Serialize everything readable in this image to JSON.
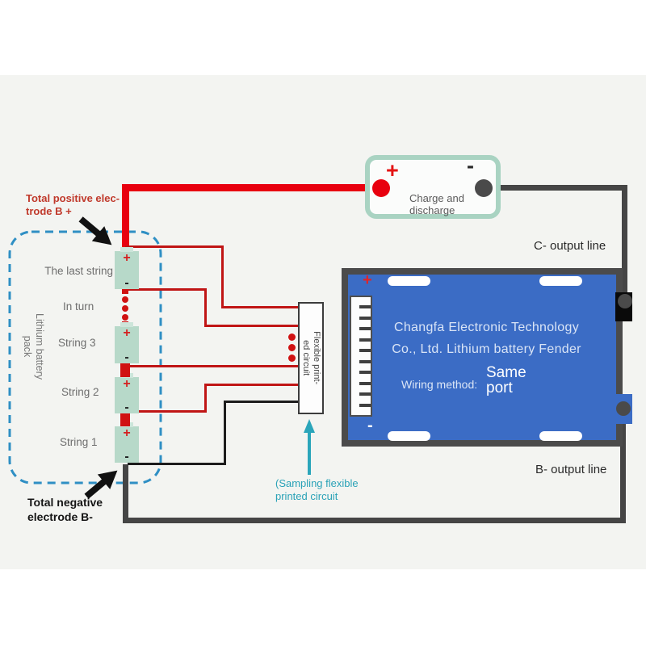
{
  "charge_box": {
    "plus": "+",
    "minus": "-",
    "label_line1": "Charge and",
    "label_line2": "discharge"
  },
  "annotations": {
    "total_positive_line1": "Total positive elec-",
    "total_positive_line2": "trode B +",
    "total_negative_line1": "Total negative",
    "total_negative_line2": "electrode B-",
    "c_output": "C- output line",
    "b_output": "B- output line",
    "sampling_line1": "(Sampling flexible",
    "sampling_line2": "printed circuit"
  },
  "pack": {
    "vertical_label_line1": "Lithium battery",
    "vertical_label_line2": "pack",
    "last_string": "The last string",
    "in_turn": "In turn",
    "string3": "String 3",
    "string2": "String 2",
    "string1": "String 1",
    "cell_plus": "+",
    "cell_minus": "-"
  },
  "fpc": {
    "label_line1": "Flexible print-",
    "label_line2": "ed circuit"
  },
  "bms": {
    "title_line1": "Changfa Electronic Technology",
    "title_line2": "Co., Ltd. Lithium battery Fender",
    "wiring_label": "Wiring method:",
    "wiring_value_line1": "Same",
    "wiring_value_line2": "port",
    "plus": "+",
    "minus": "-"
  },
  "colors": {
    "thick_red_wire": "#e8000f",
    "sense_red_wire": "#c01515",
    "dark_wire": "#454545",
    "pcb_blue": "#3b6cc5",
    "battery_teal": "#b7d9c9",
    "dashed_outline_blue": "#2f8fc4",
    "teal_accent": "#2aa2b7",
    "charge_box_border": "#a9d3c2"
  }
}
